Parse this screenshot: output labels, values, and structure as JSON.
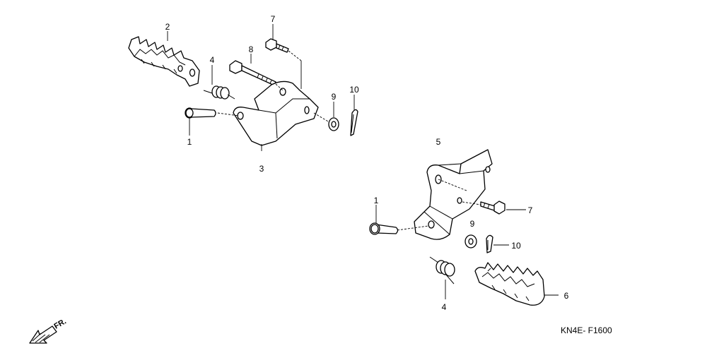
{
  "callouts": {
    "c1a": "1",
    "c2": "2",
    "c3": "3",
    "c4a": "4",
    "c7a": "7",
    "c8": "8",
    "c9a": "9",
    "c10a": "10",
    "c5": "5",
    "c1b": "1",
    "c7b": "7",
    "c9b": "9",
    "c10b": "10",
    "c4b": "4",
    "c6": "6"
  },
  "footer": {
    "direction": "FR.",
    "code": "KN4E- F1600"
  }
}
